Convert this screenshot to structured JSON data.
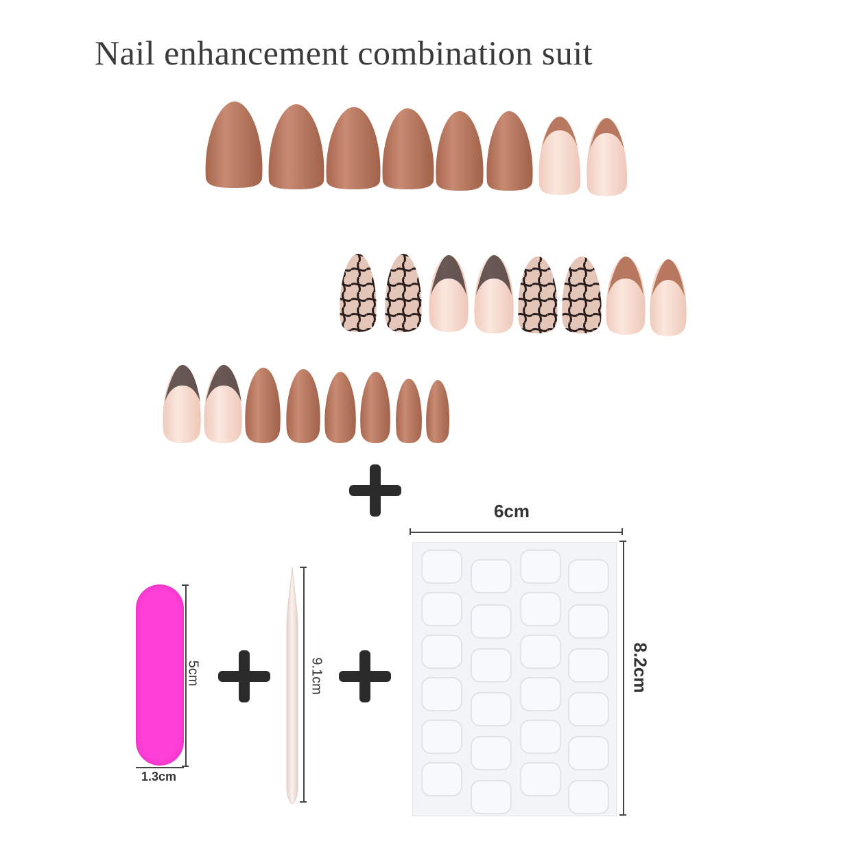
{
  "title": "Nail enhancement combination suit",
  "colors": {
    "nail_brown": "#b8785f",
    "nail_nude": "#f7d9cf",
    "file_pink": "#ff3fd8",
    "stick_color": "#f6e6e0"
  },
  "icons": [
    "plus-icon",
    "plus-icon",
    "plus-icon"
  ],
  "dimensions": {
    "sheet_width": "6cm",
    "sheet_height": "8.2cm",
    "file_length": "5cm",
    "file_width": "1.3cm",
    "stick_length": "9.1cm"
  }
}
